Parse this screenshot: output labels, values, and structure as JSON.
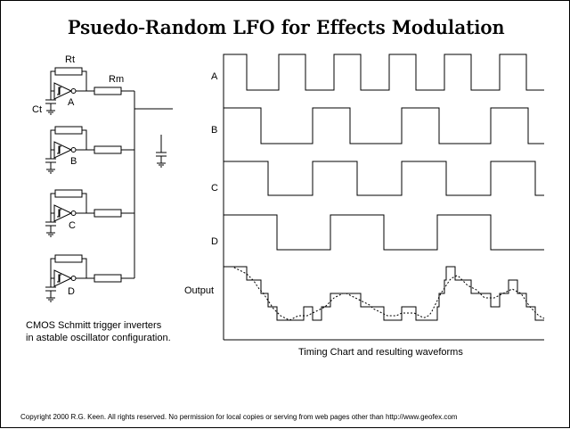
{
  "title": "Psuedo-Random LFO for Effects Modulation",
  "circuit": {
    "labels": {
      "rt": "Rt",
      "rm": "Rm",
      "ct": "Ct"
    },
    "oscillators": [
      {
        "name": "A"
      },
      {
        "name": "B"
      },
      {
        "name": "C"
      },
      {
        "name": "D"
      }
    ],
    "caption_line1": "CMOS Schmitt trigger inverters",
    "caption_line2": "in astable oscillator configuration."
  },
  "timing_chart": {
    "channels": [
      {
        "label": "A",
        "high": [
          [
            0.0,
            0.26
          ],
          [
            0.62,
            0.92
          ],
          [
            1.24,
            1.54
          ],
          [
            1.86,
            2.16
          ],
          [
            2.48,
            2.78
          ],
          [
            3.1,
            3.4
          ]
        ]
      },
      {
        "label": "B",
        "high": [
          [
            0.0,
            0.42
          ],
          [
            1.0,
            1.42
          ],
          [
            2.0,
            2.42
          ],
          [
            3.0,
            3.42
          ]
        ]
      },
      {
        "label": "C",
        "high": [
          [
            0.0,
            0.5
          ],
          [
            1.0,
            1.5
          ],
          [
            2.0,
            2.5
          ],
          [
            3.0,
            3.5
          ]
        ]
      },
      {
        "label": "D",
        "high": [
          [
            0.0,
            0.6
          ],
          [
            1.2,
            1.8
          ],
          [
            2.4,
            3.0
          ]
        ]
      }
    ],
    "output_label": "Output",
    "output_steps": [
      [
        0.0,
        4
      ],
      [
        0.26,
        3
      ],
      [
        0.42,
        2
      ],
      [
        0.5,
        1
      ],
      [
        0.6,
        0
      ],
      [
        0.9,
        1
      ],
      [
        1.0,
        0
      ],
      [
        1.1,
        1
      ],
      [
        1.2,
        2
      ],
      [
        1.54,
        1
      ],
      [
        1.8,
        0
      ],
      [
        2.0,
        1
      ],
      [
        2.16,
        0
      ],
      [
        2.4,
        1
      ],
      [
        2.42,
        2
      ],
      [
        2.48,
        3
      ],
      [
        2.5,
        4
      ],
      [
        2.6,
        3
      ],
      [
        2.78,
        2
      ],
      [
        3.0,
        1
      ],
      [
        3.1,
        2
      ],
      [
        3.2,
        3
      ],
      [
        3.3,
        2
      ],
      [
        3.4,
        1
      ],
      [
        3.5,
        0
      ],
      [
        3.6,
        0
      ]
    ],
    "caption": "Timing Chart and resulting waveforms"
  },
  "copyright": "Copyright 2000 R.G. Keen. All rights reserved. No permission for local copies or serving from web pages other than http://www.geofex.com"
}
